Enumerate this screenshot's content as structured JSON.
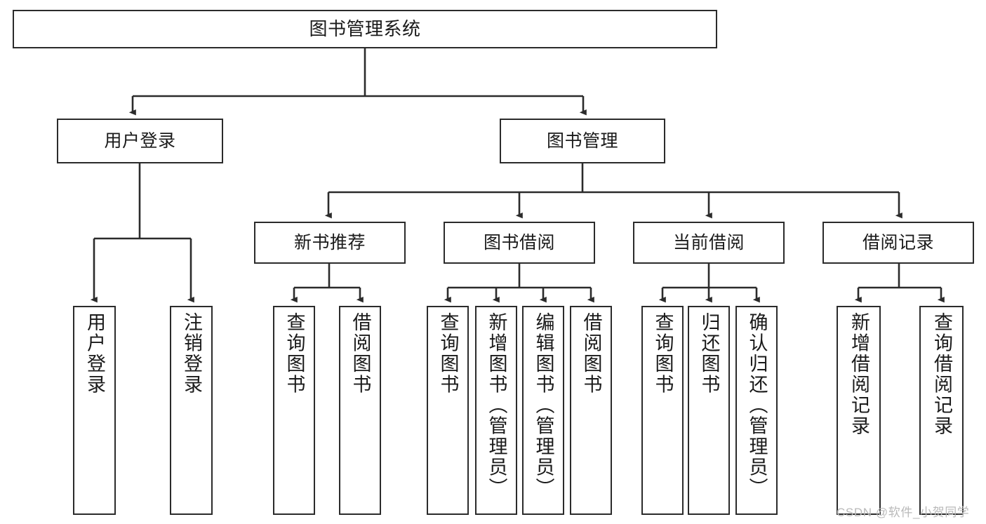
{
  "diagram": {
    "title": "图书管理系统",
    "type": "tree-hierarchy",
    "watermark": "CSDN @软件_小贺同学",
    "colors": {
      "box_border": "#2b2b2b",
      "box_fill": "#ffffff",
      "connector": "#2b2b2b",
      "text": "#1a1a1a",
      "watermark": "#b9b9b9",
      "background": "#ffffff"
    },
    "nodes": {
      "root": {
        "label": "图书管理系统"
      },
      "level2": [
        {
          "id": "user-login",
          "label": "用户登录"
        },
        {
          "id": "book-manage",
          "label": "图书管理"
        }
      ],
      "level3": [
        {
          "id": "new-book-recommend",
          "label": "新书推荐"
        },
        {
          "id": "book-borrow",
          "label": "图书借阅"
        },
        {
          "id": "current-borrow",
          "label": "当前借阅"
        },
        {
          "id": "borrow-record",
          "label": "借阅记录"
        }
      ],
      "level4": [
        {
          "id": "leaf-user-login",
          "label": "用户登录",
          "parent": "user-login"
        },
        {
          "id": "leaf-logout-login",
          "label": "注销登录",
          "parent": "user-login"
        },
        {
          "id": "leaf-query-book-1",
          "label": "查询图书",
          "parent": "new-book-recommend"
        },
        {
          "id": "leaf-borrow-book-1",
          "label": "借阅图书",
          "parent": "new-book-recommend"
        },
        {
          "id": "leaf-query-book-2",
          "label": "查询图书",
          "parent": "book-borrow"
        },
        {
          "id": "leaf-add-book-admin",
          "label": "新增图书（管理员）",
          "parent": "book-borrow"
        },
        {
          "id": "leaf-edit-book-admin",
          "label": "编辑图书（管理员）",
          "parent": "book-borrow"
        },
        {
          "id": "leaf-borrow-book-2",
          "label": "借阅图书",
          "parent": "book-borrow"
        },
        {
          "id": "leaf-query-book-3",
          "label": "查询图书",
          "parent": "current-borrow"
        },
        {
          "id": "leaf-return-book",
          "label": "归还图书",
          "parent": "current-borrow"
        },
        {
          "id": "leaf-confirm-return-admin",
          "label": "确认归还（管理员）",
          "parent": "current-borrow"
        },
        {
          "id": "leaf-add-borrow-record",
          "label": "新增借阅记录",
          "parent": "borrow-record"
        },
        {
          "id": "leaf-query-borrow-record",
          "label": "查询借阅记录",
          "parent": "borrow-record"
        }
      ]
    }
  }
}
